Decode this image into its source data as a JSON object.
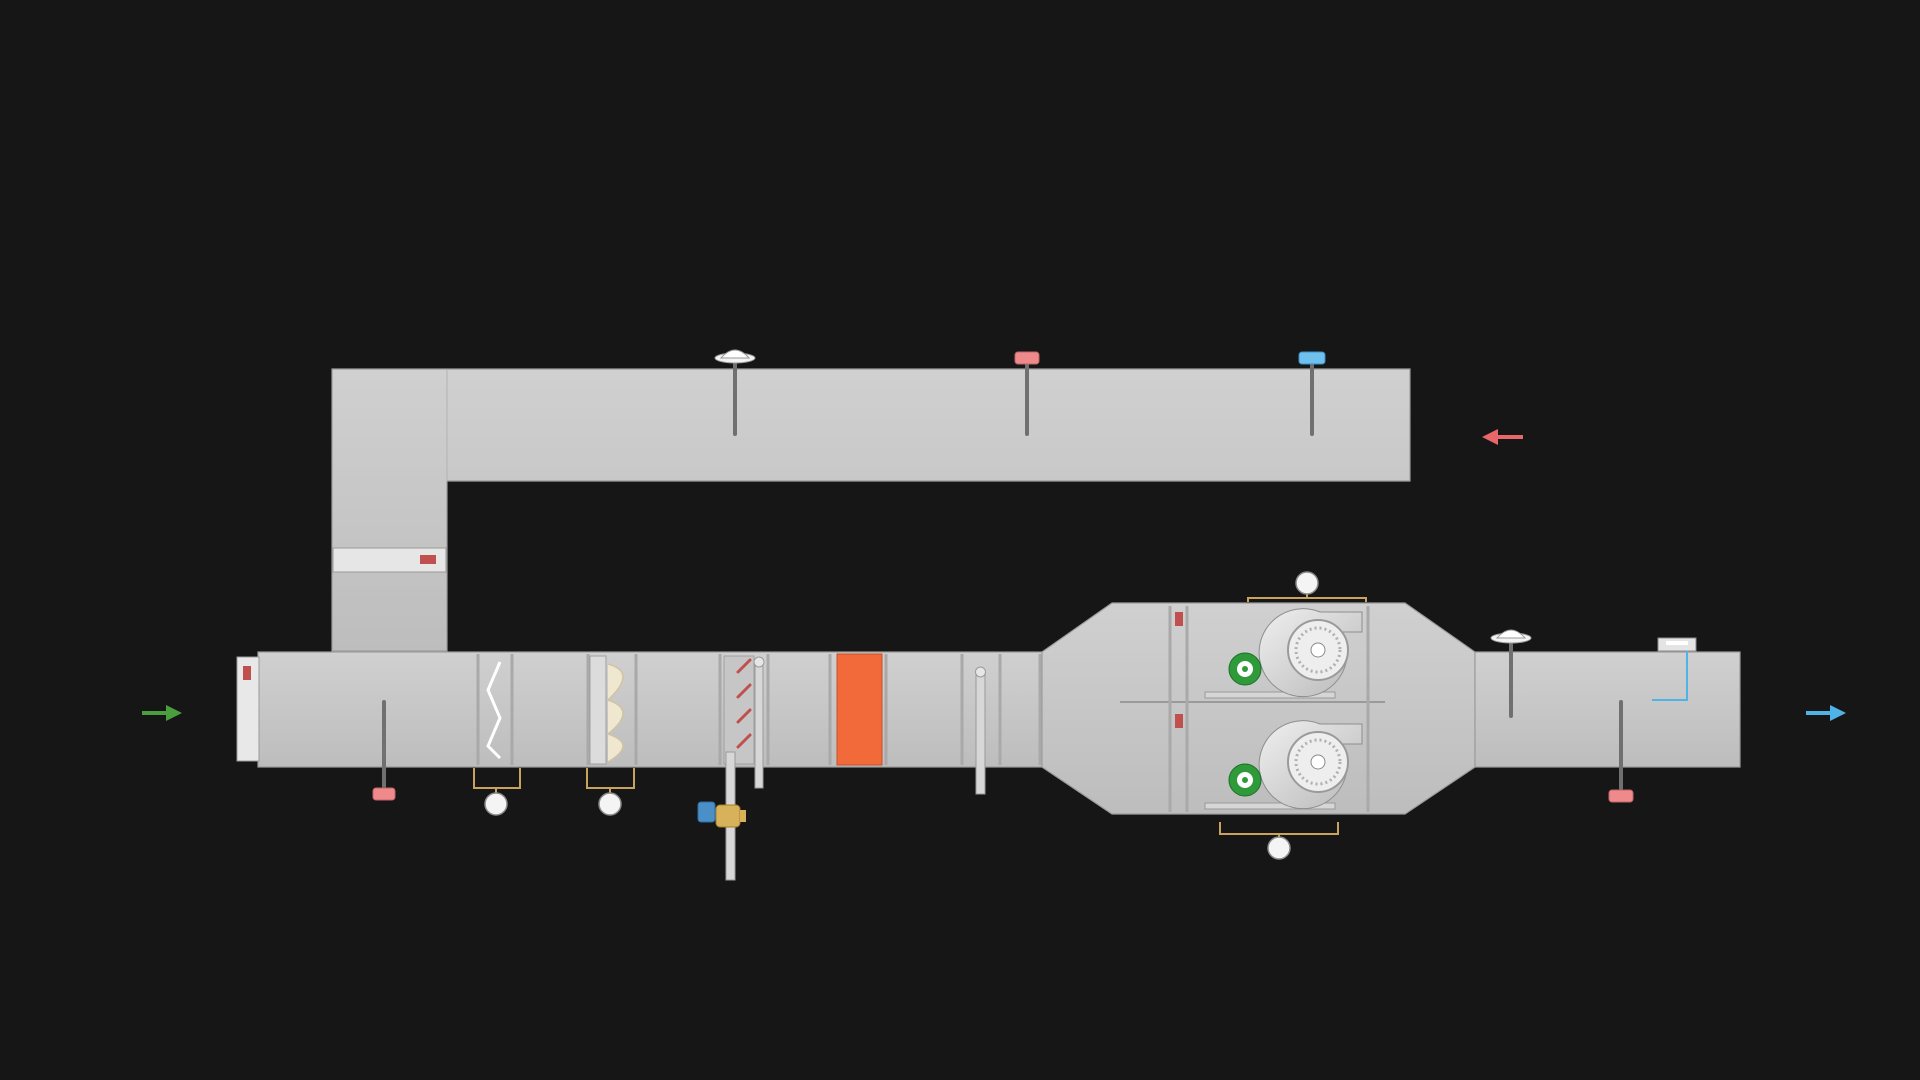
{
  "diagram": {
    "kind": "air-handling-unit schematic",
    "colors": {
      "background": "#161616",
      "duct": "#c8c8c8",
      "supply_air_arrow": "#4fb3e8",
      "return_air_arrow": "#e8676b",
      "fresh_air_arrow": "#4a9e3e",
      "heating_coil": "#f26a3a",
      "temperature_sensor": "#ee8a8c",
      "humidity_sensor": "#6ec0ee",
      "fan_motor": "#2e9a3a",
      "valve_actuator": "#4a8fc8",
      "control_wiring": "#c9a25c"
    },
    "components": [
      "fresh-air-inlet-arrow",
      "fresh-air-damper",
      "mixing-damper",
      "return-air-duct",
      "return-air-arrow",
      "pre-filter",
      "bag-filter",
      "cooling-coil",
      "chilled-water-valve",
      "heating-coil",
      "humidifier",
      "supply-fan-1",
      "supply-fan-2",
      "supply-air-arrow",
      "smoke-detector",
      "temperature-sensor",
      "humidity-sensor",
      "differential-pressure-switch",
      "air-flow-switch"
    ]
  }
}
